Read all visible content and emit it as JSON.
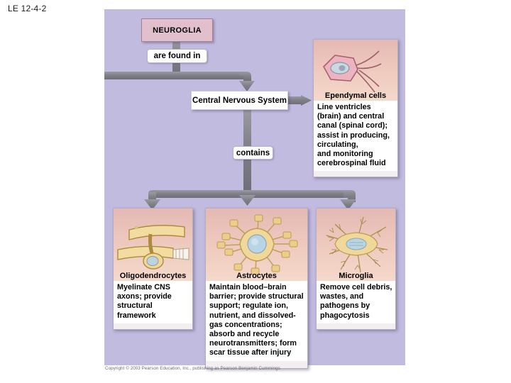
{
  "slide": {
    "label": "LE 12-4-2",
    "copyright": "Copyright © 2003 Pearson Education, Inc., publishing as Pearson Benjamin Cummings"
  },
  "flow": {
    "root": {
      "title": "NEUROGLIA",
      "color": "#e2bfcc"
    },
    "connector_labels": {
      "are_found_in": "are found in",
      "contains": "contains"
    },
    "cns": {
      "title": "Central Nervous System"
    }
  },
  "panels": [
    {
      "id": "ependymal",
      "title": "Ependymal cells",
      "description": "Line ventricles\n(brain) and central\ncanal (spinal cord);\nassist in producing,\ncirculating,\nand monitoring\ncerebrospinal fluid",
      "art": "ependymal-cell-illustration"
    },
    {
      "id": "oligodendrocytes",
      "title": "Oligodendrocytes",
      "description": "Myelinate CNS\naxons; provide\nstructural\nframework",
      "art": "oligodendrocyte-illustration"
    },
    {
      "id": "astrocytes",
      "title": "Astrocytes",
      "description": "Maintain blood–brain\nbarrier; provide structural\nsupport; regulate ion,\nnutrient, and dissolved-\ngas concentrations;\nabsorb and recycle\nneurotransmitters; form\nscar tissue after injury",
      "art": "astrocyte-illustration"
    },
    {
      "id": "microglia",
      "title": "Microglia",
      "description": "Remove cell debris,\nwastes, and\npathogens by\nphagocytosis",
      "art": "microglia-illustration"
    }
  ],
  "colors": {
    "background": "#c2bbe0",
    "connector": "#7f7f89",
    "neuroglia_box": "#e2bfcc",
    "panel_art": "#eec8bd"
  }
}
